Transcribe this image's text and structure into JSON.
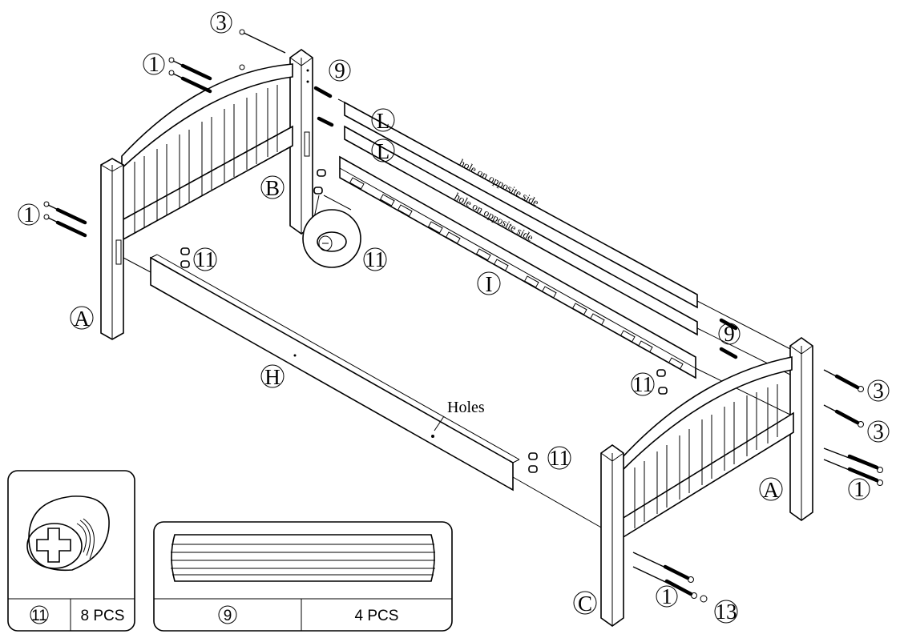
{
  "labels": {
    "a_left": "A",
    "a_right": "A",
    "b": "B",
    "c": "C",
    "h": "H",
    "i": "I",
    "l_top": "L",
    "l_mid": "L",
    "bolt_1_head_top": "1",
    "bolt_1_left_post": "1",
    "bolt_1_right_post": "1",
    "bolt_1_front_post": "1",
    "bolt_3_top": "3",
    "bolt_3_right_a": "3",
    "bolt_3_right_b": "3",
    "dowel_9_top": "9",
    "dowel_9_right": "9",
    "nut_11_rail_h": "11",
    "nut_11_zoom": "11",
    "nut_11_rail_end": "11",
    "nut_11_h_end": "11",
    "washer_13": "13"
  },
  "notes": {
    "hole_opposite_1": "hole on  opposite side",
    "hole_opposite_2": "hole on  opposite side",
    "holes": "Holes"
  },
  "parts_boxes": {
    "nut": {
      "part_number": "11",
      "quantity": "8 PCS"
    },
    "dowel": {
      "part_number": "9",
      "quantity": "4 PCS"
    }
  }
}
